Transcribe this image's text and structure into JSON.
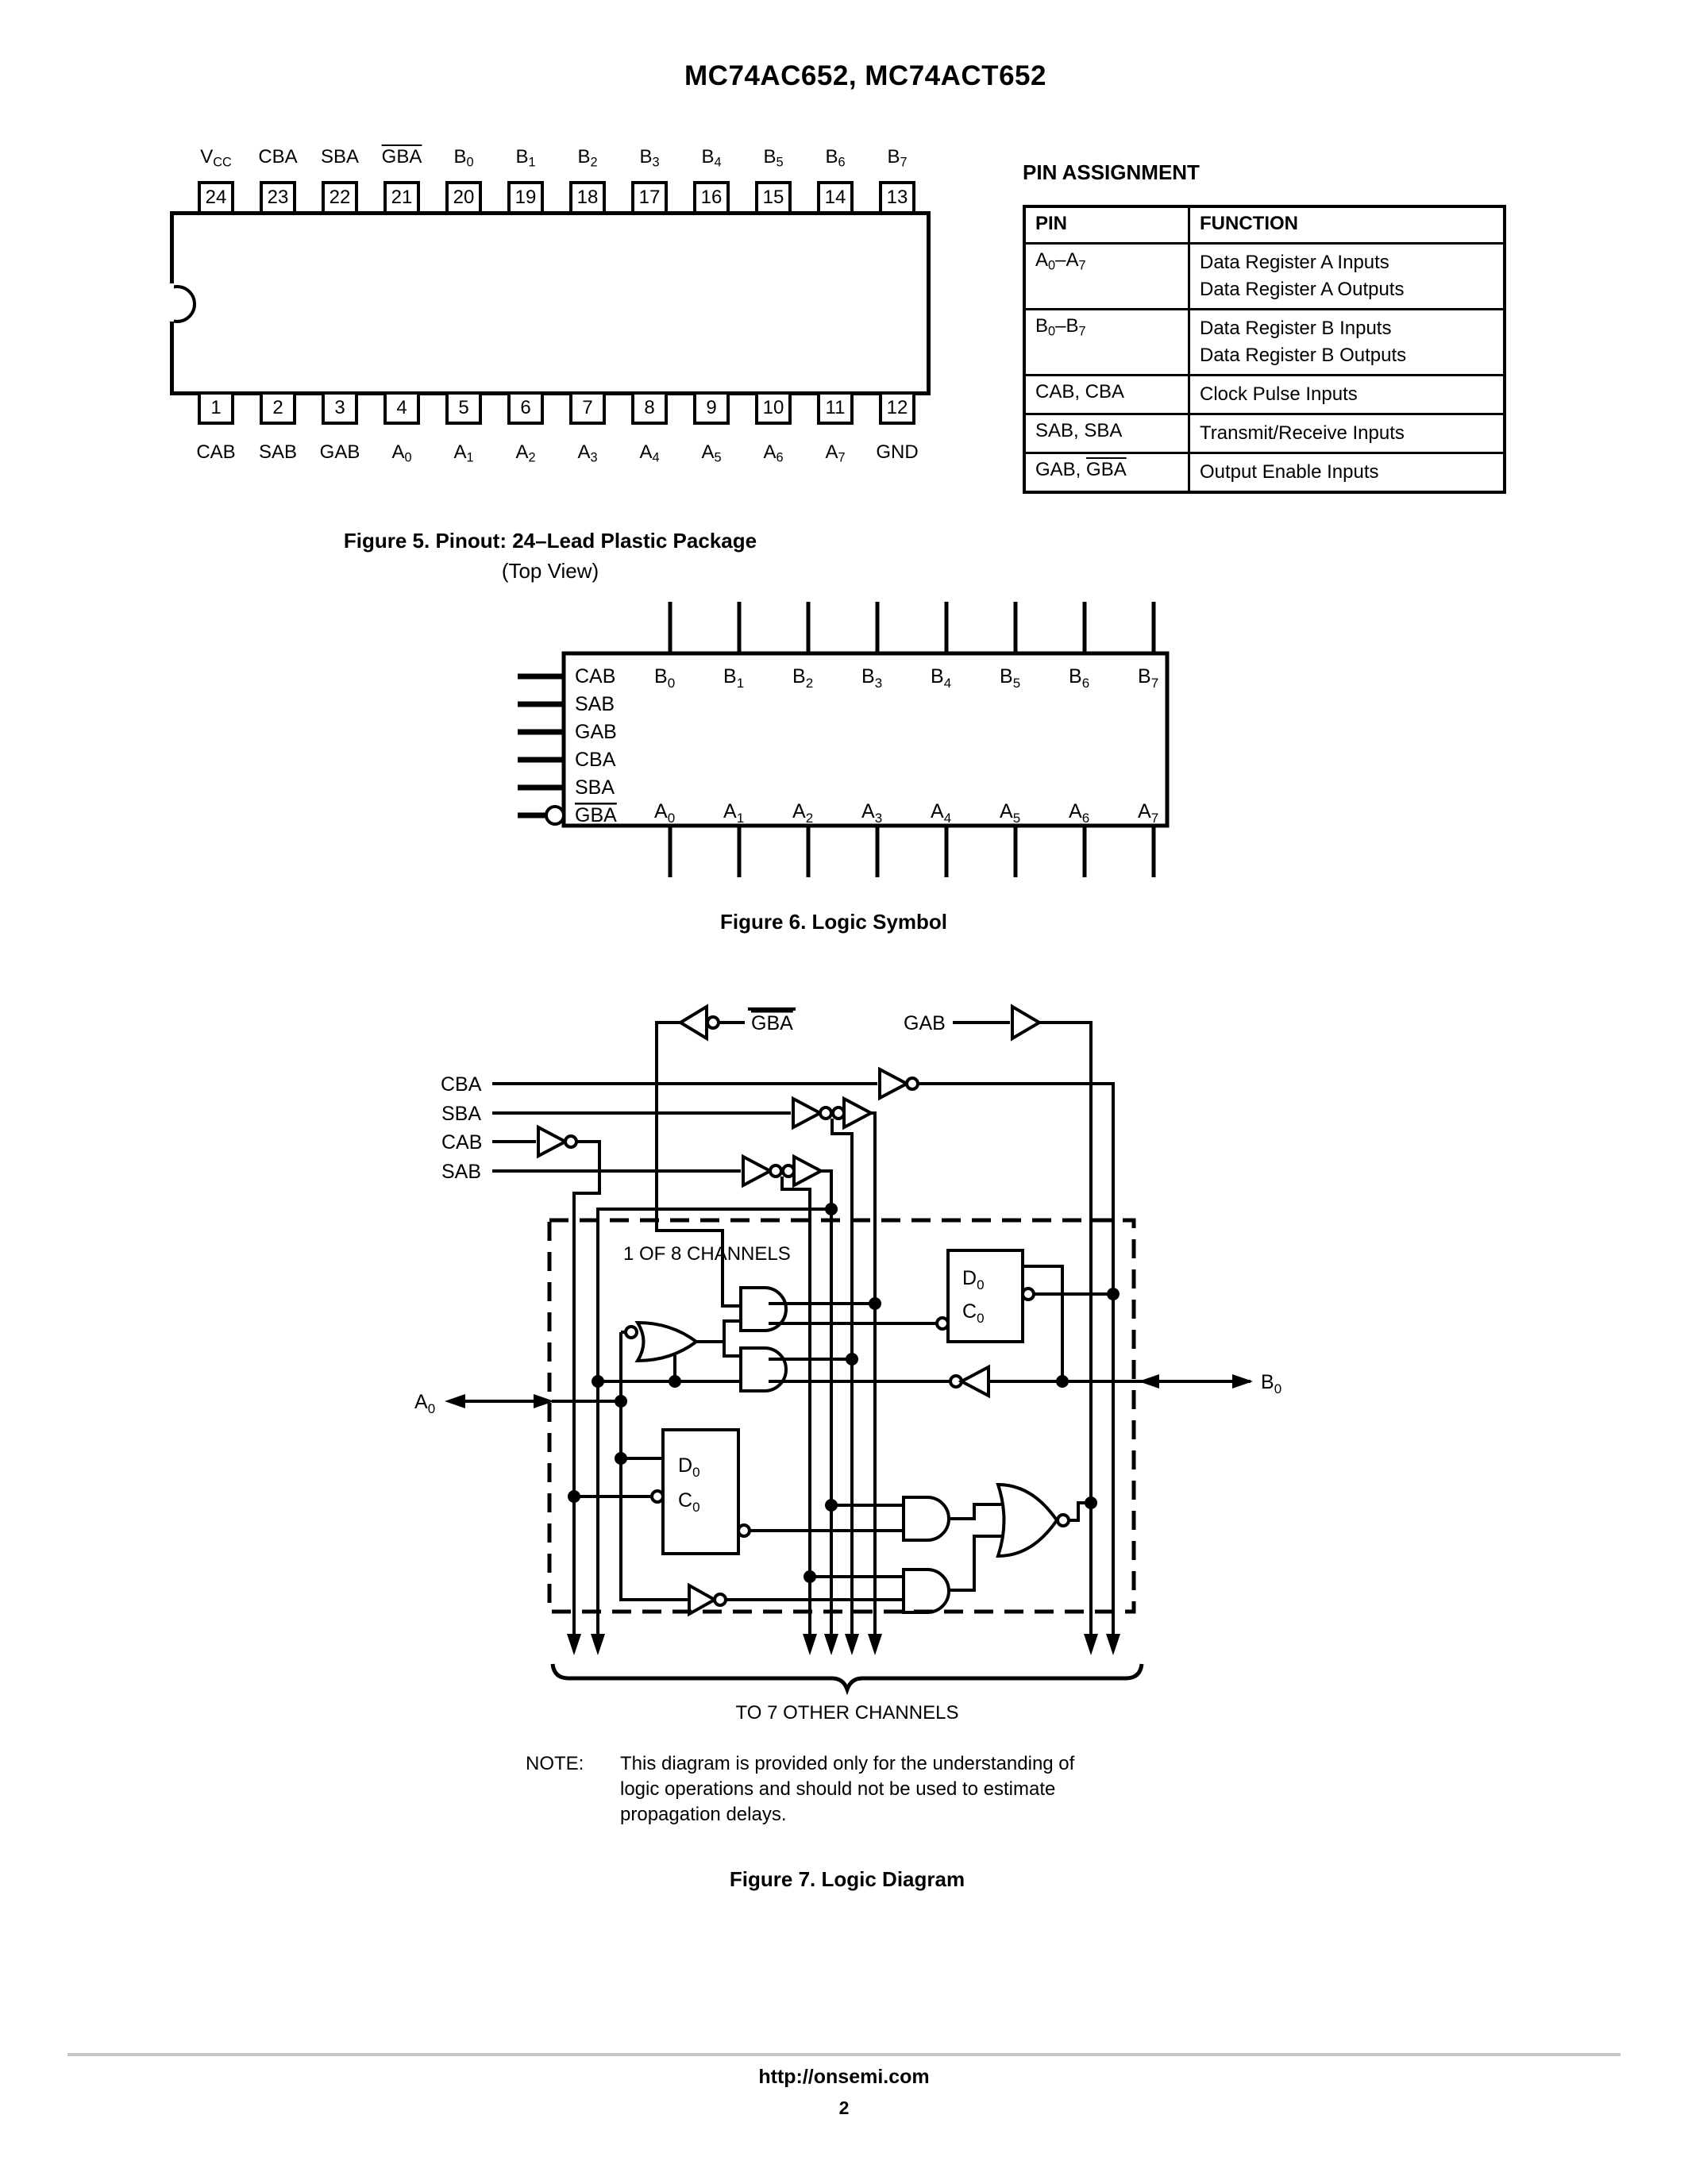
{
  "page": {
    "title": "MC74AC652, MC74ACT652",
    "footer_url": "http://onsemi.com",
    "footer_page": "2"
  },
  "pin_assignment": {
    "title": "PIN ASSIGNMENT",
    "headers": [
      "PIN",
      "FUNCTION"
    ],
    "rows": [
      {
        "pin": [
          {
            "t": "A"
          },
          {
            "sub": "0"
          },
          {
            "t": "–A"
          },
          {
            "sub": "7"
          }
        ],
        "lines": [
          "Data Register A Inputs",
          "Data Register A Outputs"
        ]
      },
      {
        "pin": [
          {
            "t": "B"
          },
          {
            "sub": "0"
          },
          {
            "t": "–B"
          },
          {
            "sub": "7"
          }
        ],
        "lines": [
          "Data Register B Inputs",
          "Data Register B Outputs"
        ]
      },
      {
        "pin": [
          {
            "t": "CAB, CBA"
          }
        ],
        "lines": [
          "Clock Pulse Inputs"
        ]
      },
      {
        "pin": [
          {
            "t": "SAB, SBA"
          }
        ],
        "lines": [
          "Transmit/Receive Inputs"
        ]
      },
      {
        "pin": [
          {
            "t": "GAB, "
          },
          {
            "t": "GBA",
            "ol": true
          }
        ],
        "lines": [
          "Output Enable Inputs"
        ]
      }
    ]
  },
  "figure5": {
    "caption": "Figure 5. Pinout: 24–Lead Plastic Package",
    "subcaption": "(Top View)",
    "top_pins": [
      {
        "num": "24",
        "label": [
          {
            "t": "V"
          },
          {
            "sub": "CC"
          }
        ]
      },
      {
        "num": "23",
        "label": [
          {
            "t": "CBA"
          }
        ]
      },
      {
        "num": "22",
        "label": [
          {
            "t": "SBA"
          }
        ]
      },
      {
        "num": "21",
        "label": [
          {
            "t": "GBA",
            "ol": true
          }
        ]
      },
      {
        "num": "20",
        "label": [
          {
            "t": "B"
          },
          {
            "sub": "0"
          }
        ]
      },
      {
        "num": "19",
        "label": [
          {
            "t": "B"
          },
          {
            "sub": "1"
          }
        ]
      },
      {
        "num": "18",
        "label": [
          {
            "t": "B"
          },
          {
            "sub": "2"
          }
        ]
      },
      {
        "num": "17",
        "label": [
          {
            "t": "B"
          },
          {
            "sub": "3"
          }
        ]
      },
      {
        "num": "16",
        "label": [
          {
            "t": "B"
          },
          {
            "sub": "4"
          }
        ]
      },
      {
        "num": "15",
        "label": [
          {
            "t": "B"
          },
          {
            "sub": "5"
          }
        ]
      },
      {
        "num": "14",
        "label": [
          {
            "t": "B"
          },
          {
            "sub": "6"
          }
        ]
      },
      {
        "num": "13",
        "label": [
          {
            "t": "B"
          },
          {
            "sub": "7"
          }
        ]
      }
    ],
    "bottom_pins": [
      {
        "num": "1",
        "label": [
          {
            "t": "CAB"
          }
        ]
      },
      {
        "num": "2",
        "label": [
          {
            "t": "SAB"
          }
        ]
      },
      {
        "num": "3",
        "label": [
          {
            "t": "GAB"
          }
        ]
      },
      {
        "num": "4",
        "label": [
          {
            "t": "A"
          },
          {
            "sub": "0"
          }
        ]
      },
      {
        "num": "5",
        "label": [
          {
            "t": "A"
          },
          {
            "sub": "1"
          }
        ]
      },
      {
        "num": "6",
        "label": [
          {
            "t": "A"
          },
          {
            "sub": "2"
          }
        ]
      },
      {
        "num": "7",
        "label": [
          {
            "t": "A"
          },
          {
            "sub": "3"
          }
        ]
      },
      {
        "num": "8",
        "label": [
          {
            "t": "A"
          },
          {
            "sub": "4"
          }
        ]
      },
      {
        "num": "9",
        "label": [
          {
            "t": "A"
          },
          {
            "sub": "5"
          }
        ]
      },
      {
        "num": "10",
        "label": [
          {
            "t": "A"
          },
          {
            "sub": "6"
          }
        ]
      },
      {
        "num": "11",
        "label": [
          {
            "t": "A"
          },
          {
            "sub": "7"
          }
        ]
      },
      {
        "num": "12",
        "label": [
          {
            "t": "GND"
          }
        ]
      }
    ]
  },
  "figure6": {
    "caption": "Figure 6. Logic Symbol",
    "left_pins": [
      [
        {
          "t": "CAB"
        }
      ],
      [
        {
          "t": "SAB"
        }
      ],
      [
        {
          "t": "GAB"
        }
      ],
      [
        {
          "t": "CBA"
        }
      ],
      [
        {
          "t": "SBA"
        }
      ],
      [
        {
          "t": "GBA",
          "ol": true
        }
      ]
    ],
    "top_pins": [
      [
        {
          "t": "B"
        },
        {
          "sub": "0"
        }
      ],
      [
        {
          "t": "B"
        },
        {
          "sub": "1"
        }
      ],
      [
        {
          "t": "B"
        },
        {
          "sub": "2"
        }
      ],
      [
        {
          "t": "B"
        },
        {
          "sub": "3"
        }
      ],
      [
        {
          "t": "B"
        },
        {
          "sub": "4"
        }
      ],
      [
        {
          "t": "B"
        },
        {
          "sub": "5"
        }
      ],
      [
        {
          "t": "B"
        },
        {
          "sub": "6"
        }
      ],
      [
        {
          "t": "B"
        },
        {
          "sub": "7"
        }
      ]
    ],
    "bottom_pins": [
      [
        {
          "t": "A"
        },
        {
          "sub": "0"
        }
      ],
      [
        {
          "t": "A"
        },
        {
          "sub": "1"
        }
      ],
      [
        {
          "t": "A"
        },
        {
          "sub": "2"
        }
      ],
      [
        {
          "t": "A"
        },
        {
          "sub": "3"
        }
      ],
      [
        {
          "t": "A"
        },
        {
          "sub": "4"
        }
      ],
      [
        {
          "t": "A"
        },
        {
          "sub": "5"
        }
      ],
      [
        {
          "t": "A"
        },
        {
          "sub": "6"
        }
      ],
      [
        {
          "t": "A"
        },
        {
          "sub": "7"
        }
      ]
    ]
  },
  "figure7": {
    "caption": "Figure 7. Logic Diagram",
    "channel_label": "1 OF 8 CHANNELS",
    "bus_label": "TO 7 OTHER CHANNELS",
    "note_label": "NOTE:",
    "note_lines": [
      "This diagram is provided only for the understanding of",
      "logic operations and should not be used to estimate",
      "propagation delays."
    ],
    "labels": {
      "gba": [
        {
          "t": "GBA",
          "ol": true
        }
      ],
      "gab": [
        {
          "t": "GAB"
        }
      ],
      "cba": [
        {
          "t": "CBA"
        }
      ],
      "sba": [
        {
          "t": "SBA"
        }
      ],
      "cab": [
        {
          "t": "CAB"
        }
      ],
      "sab": [
        {
          "t": "SAB"
        }
      ],
      "a0": [
        {
          "t": "A"
        },
        {
          "sub": "0"
        }
      ],
      "b0": [
        {
          "t": "B"
        },
        {
          "sub": "0"
        }
      ],
      "d0": [
        {
          "t": "D"
        },
        {
          "sub": "0"
        }
      ],
      "c0": [
        {
          "t": "C"
        },
        {
          "sub": "0"
        }
      ]
    }
  }
}
